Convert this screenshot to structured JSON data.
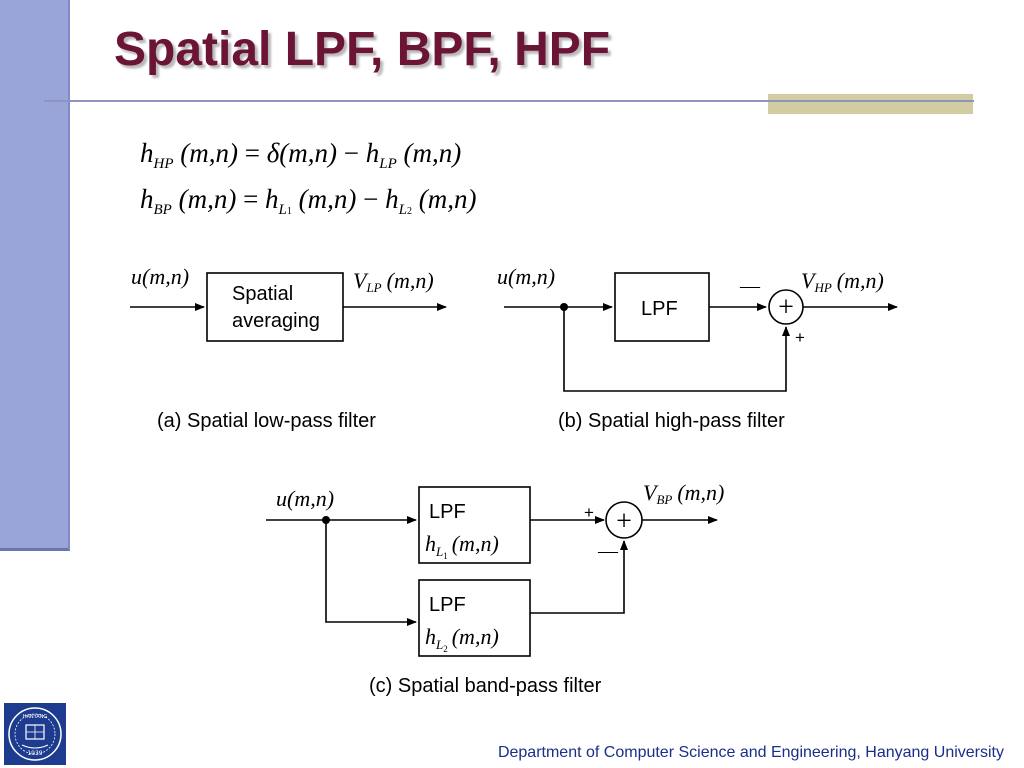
{
  "slide": {
    "title": "Spatial LPF, BPF, HPF",
    "footer": "Department of Computer Science and Engineering, Hanyang University"
  },
  "equations": {
    "hp": {
      "lhs_sym": "h",
      "lhs_sub": "HP",
      "args": "(m,n)",
      "eq": "=",
      "delta": "δ",
      "minus": "−",
      "rhs_sym": "h",
      "rhs_sub": "LP"
    },
    "bp": {
      "lhs_sym": "h",
      "lhs_sub": "BP",
      "args": "(m,n)",
      "eq": "=",
      "minus": "−",
      "sym": "h",
      "sub1": "L",
      "sub1_idx": "1",
      "sub2": "L",
      "sub2_idx": "2"
    }
  },
  "diagram_a": {
    "input": "u(m,n)",
    "block_line1": "Spatial",
    "block_line2": "averaging",
    "output_sym": "V",
    "output_sub": "LP",
    "output_args": "(m,n)",
    "caption": "(a) Spatial low-pass filter"
  },
  "diagram_b": {
    "input": "u(m,n)",
    "block": "LPF",
    "minus_sign": "—",
    "plus_sign": "+",
    "sum_symbol": "+",
    "output_sym": "V",
    "output_sub": "HP",
    "output_args": "(m,n)",
    "caption": "(b) Spatial high-pass filter"
  },
  "diagram_c": {
    "input": "u(m,n)",
    "block1": "LPF",
    "block1_sym": "h",
    "block1_sub": "L",
    "block1_idx": "1",
    "block2": "LPF",
    "block2_sym": "h",
    "block2_sub": "L",
    "block2_idx": "2",
    "args": "(m,n)",
    "plus_sign": "+",
    "minus_sign": "—",
    "sum_symbol": "+",
    "output_sym": "V",
    "output_sub": "BP",
    "output_args": "(m,n)",
    "caption": "(c) Spatial band-pass filter"
  },
  "colors": {
    "title": "#6b1436",
    "sidebar": "#99a5d8",
    "footer": "#1a2e8a",
    "rule": "#8e93c0",
    "rule_accent": "#d1cca1"
  },
  "logo": {
    "text_top": "HANYANG",
    "text_bottom": "1939"
  }
}
